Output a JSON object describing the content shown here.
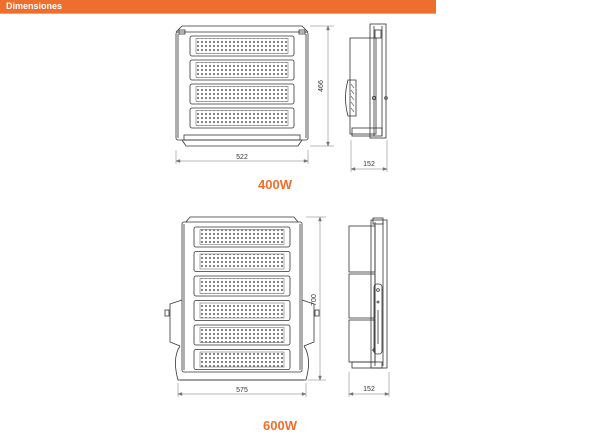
{
  "header": {
    "title": "Dimensiones"
  },
  "model_400": {
    "caption": "400W",
    "width_label": "522",
    "height_label": "466",
    "depth_label": "152",
    "module_count": 4
  },
  "model_600": {
    "caption": "600W",
    "width_label": "575",
    "height_label": "700",
    "depth_label": "152",
    "module_count": 6
  },
  "colors": {
    "accent": "#ee6f2d",
    "line": "#333333",
    "dim": "#777777"
  }
}
